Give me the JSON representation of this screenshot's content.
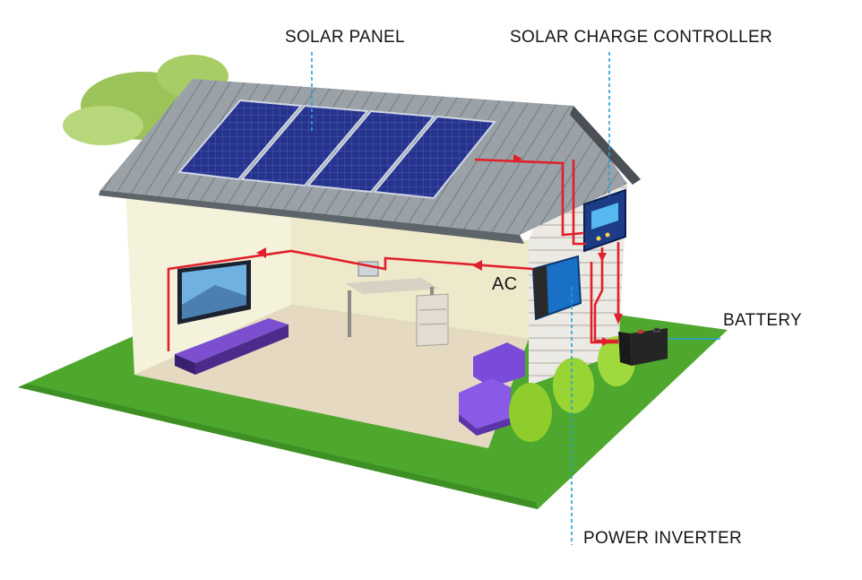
{
  "labels": {
    "solar_panel": "SOLAR PANEL",
    "charge_controller": "SOLAR CHARGE CONTROLLER",
    "battery": "BATTERY",
    "power_inverter": "POWER INVERTER",
    "ac": "AC"
  },
  "colors": {
    "wiring": "#e0202a",
    "leader_line": "#2a9fd6",
    "grass": "#4ea82e",
    "roof": "#8f969c",
    "wall": "#f3efd8",
    "panel": "#1f2a7a",
    "furniture": "#6a3fb5"
  }
}
